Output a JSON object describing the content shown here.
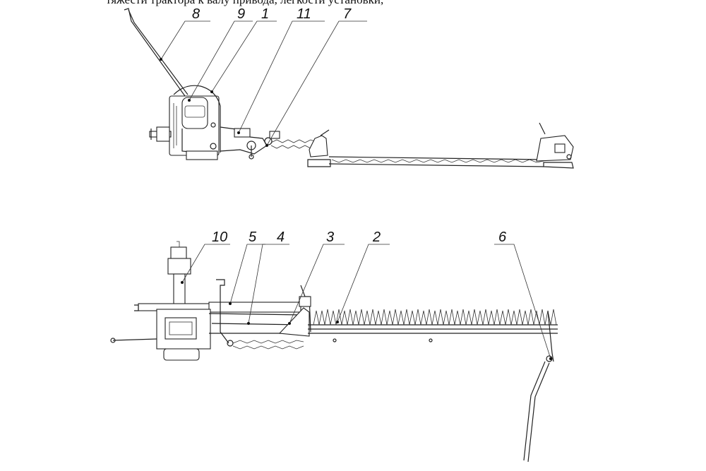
{
  "top_text": "тяжести трактора к валу привода, лёгкости установки,",
  "callouts": {
    "top_view": [
      "8",
      "9",
      "1",
      "11",
      "7"
    ],
    "bottom_view": [
      "10",
      "5",
      "4",
      "3",
      "2",
      "6"
    ]
  }
}
